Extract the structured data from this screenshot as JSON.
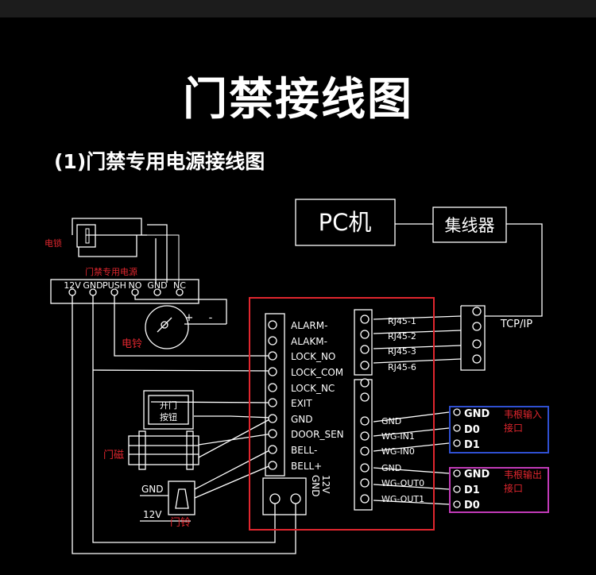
{
  "title": "门禁接线图",
  "subtitle": "(1)门禁专用电源接线图",
  "pc": "PC机",
  "hub": "集线器",
  "tcpip": "TCP/IP",
  "lock_label": "电锁",
  "psu_label": "门禁专用电源",
  "psu_terminals": [
    "12V",
    "GND",
    "PUSH",
    "NO",
    "GND",
    "NC"
  ],
  "bell_label": "电铃",
  "bell_plus": "+",
  "bell_minus": "-",
  "button_label": [
    "开门",
    "按钮"
  ],
  "magnet_label": "门磁",
  "doorbell_label": "门铃",
  "doorbell_gnd": "GND",
  "doorbell_12v": "12V",
  "left_terminals": [
    "ALARM-",
    "ALAKM-",
    "LOCK_NO",
    "LOCK_COM",
    "LOCK_NC",
    "EXIT",
    "GND",
    "DOOR_SEN",
    "BELL-",
    "BELL+"
  ],
  "power_in": [
    "12V",
    "GND"
  ],
  "rj45": [
    "RJ45-1",
    "RJ45-2",
    "RJ45-3",
    "RJ45-6"
  ],
  "right_terminals": [
    "GND",
    "WG-IN1",
    "WG-IN0",
    "GND",
    "WG-OUT0",
    "WG-OUT1"
  ],
  "wiegand_in": {
    "pins": [
      "GND",
      "D0",
      "D1"
    ],
    "label": [
      "韦根输入",
      "接口"
    ]
  },
  "wiegand_out": {
    "pins": [
      "GND",
      "D1",
      "D0"
    ],
    "label": [
      "韦根输出",
      "接口"
    ]
  },
  "colors": {
    "controller": "#e0262e",
    "wiegand_in": "#2f4fd1",
    "wiegand_out": "#c23ab8",
    "label_red": "#e0262e"
  }
}
